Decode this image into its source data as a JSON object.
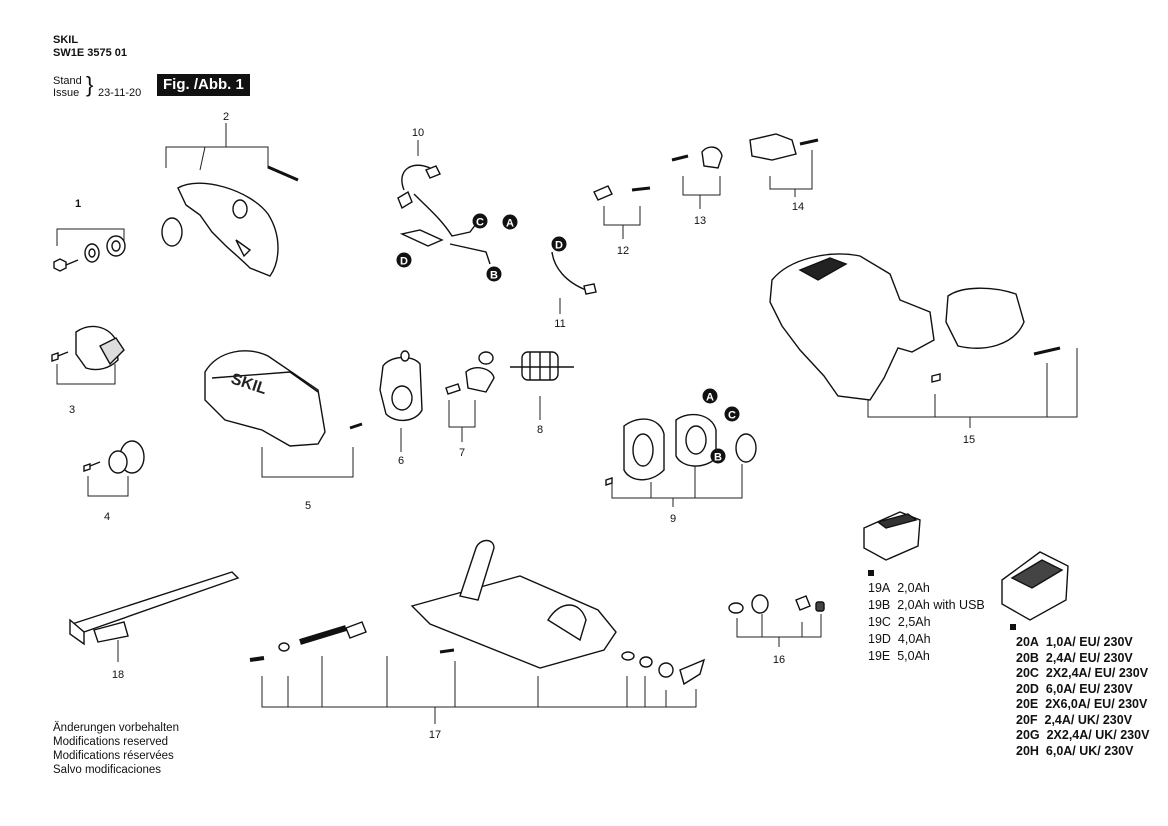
{
  "header": {
    "brand": "SKIL",
    "doc_code": "SW1E 3575 01",
    "stand_label": "Stand",
    "issue_label": "Issue",
    "brace": "}",
    "date": "23-11-20",
    "figure": "Fig. /Abb. 1"
  },
  "notes": [
    "Änderungen vorbehalten",
    "Modifications reserved",
    "Modifications réservées",
    "Salvo modificaciones"
  ],
  "callouts": [
    "1",
    "2",
    "3",
    "4",
    "5",
    "6",
    "7",
    "8",
    "9",
    "10",
    "11",
    "12",
    "13",
    "14",
    "15",
    "16",
    "17",
    "18"
  ],
  "connectors": [
    "A",
    "B",
    "C",
    "D"
  ],
  "battery_list": [
    {
      "code": "19A",
      "desc": "2,0Ah"
    },
    {
      "code": "19B",
      "desc": "2,0Ah with USB"
    },
    {
      "code": "19C",
      "desc": "2,5Ah"
    },
    {
      "code": "19D",
      "desc": "4,0Ah"
    },
    {
      "code": "19E",
      "desc": " 5,0Ah"
    }
  ],
  "charger_list": [
    {
      "code": "20A",
      "desc": "1,0A/ EU/ 230V"
    },
    {
      "code": "20B",
      "desc": "2,4A/  EU/ 230V"
    },
    {
      "code": "20C",
      "desc": "2X2,4A/ EU/ 230V"
    },
    {
      "code": "20D",
      "desc": "6,0A/ EU/ 230V"
    },
    {
      "code": "20E",
      "desc": "2X6,0A/ EU/ 230V"
    },
    {
      "code": "20F",
      "desc": "2,4A/  UK/ 230V"
    },
    {
      "code": "20G",
      "desc": "2X2,4A/ UK/ 230V"
    },
    {
      "code": "20H",
      "desc": "6,0A/ UK/ 230V"
    }
  ],
  "guard_brand": "SKIL"
}
